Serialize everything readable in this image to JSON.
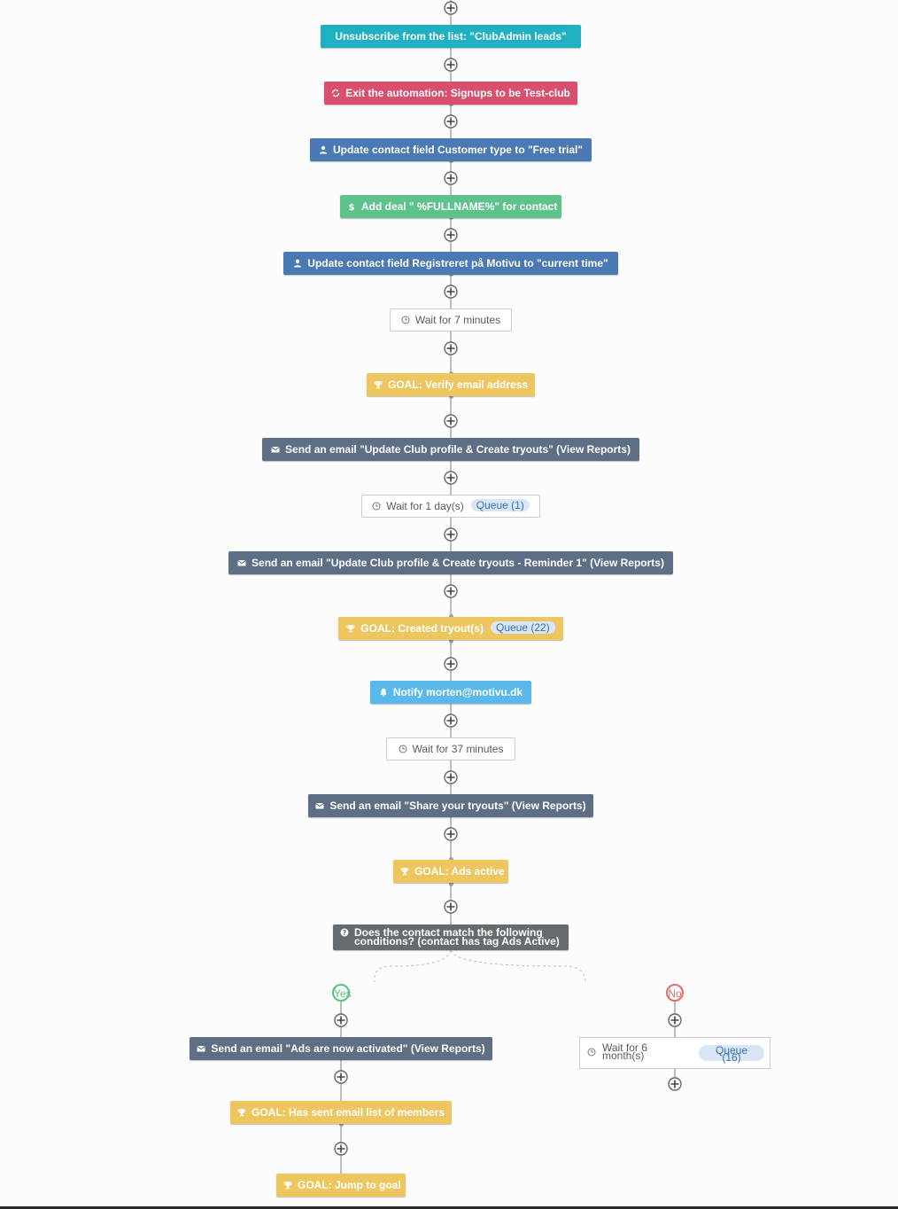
{
  "workflow": {
    "steps": {
      "unsubscribe": {
        "label": "Unsubscribe from the list: \"ClubAdmin leads\"",
        "icon": "unsubscribe-icon"
      },
      "exit_automation": {
        "label": "Exit the automation: Signups to be Test-club",
        "icon": "refresh-icon"
      },
      "update_customer_type": {
        "label": "Update contact field Customer type to \"Free trial\"",
        "icon": "user-icon"
      },
      "add_deal": {
        "label": "Add deal \" %FULLNAME%\" for contact",
        "icon": "dollar-icon"
      },
      "update_registered": {
        "label": "Update contact field Registreret på Motivu to \"current time\"",
        "icon": "user-icon"
      },
      "wait_7_minutes": {
        "label": "Wait for 7 minutes",
        "icon": "clock-icon"
      },
      "goal_verify_email": {
        "label": "GOAL: Verify email address",
        "icon": "trophy-icon"
      },
      "email_update_club": {
        "label": "Send an email \"Update Club profile & Create tryouts\" (View Reports)",
        "icon": "envelope-icon"
      },
      "wait_1_day": {
        "label": "Wait for 1 day(s)",
        "queue": "Queue (1)",
        "icon": "clock-icon"
      },
      "email_reminder_1": {
        "label": "Send an email \"Update Club profile & Create tryouts - Reminder 1\" (View Reports)",
        "icon": "envelope-icon"
      },
      "goal_created_tryouts": {
        "label": "GOAL: Created tryout(s)",
        "queue": "Queue (22)",
        "icon": "trophy-icon"
      },
      "notify": {
        "label": "Notify morten@motivu.dk",
        "icon": "bell-icon"
      },
      "wait_37_minutes": {
        "label": "Wait for 37 minutes",
        "icon": "clock-icon"
      },
      "email_share_tryouts": {
        "label": "Send an email \"Share your tryouts\" (View Reports)",
        "icon": "envelope-icon"
      },
      "goal_ads_active": {
        "label": "GOAL: Ads active",
        "icon": "trophy-icon"
      },
      "condition": {
        "line1": "Does the contact match the following",
        "line2": "conditions? (contact has tag Ads Active)",
        "icon": "question-icon"
      }
    },
    "branch_yes": {
      "badge": "Yes",
      "email_ads_activated": {
        "label": "Send an email \"Ads are now activated\" (View Reports)",
        "icon": "envelope-icon"
      },
      "goal_sent_list": {
        "label": "GOAL: Has sent email list of members",
        "icon": "trophy-icon"
      },
      "goal_jump": {
        "label": "GOAL: Jump to goal",
        "icon": "trophy-icon"
      }
    },
    "branch_no": {
      "badge": "No",
      "wait_6_months": {
        "line1": "Wait for 6",
        "line2": "month(s)",
        "queue_line1": "Queue",
        "queue_line2": "(16)",
        "icon": "clock-icon"
      }
    },
    "colors": {
      "teal": "#1fb1c2",
      "pink": "#d9506f",
      "blue": "#4a79b3",
      "green": "#5ec38b",
      "slate": "#5e6e84",
      "gold": "#edc660",
      "sky": "#5ab8ea",
      "dark": "#666b70",
      "yes": "#56c07e",
      "no": "#e26a6a"
    },
    "add_control_icon": "plus-circle-icon"
  }
}
